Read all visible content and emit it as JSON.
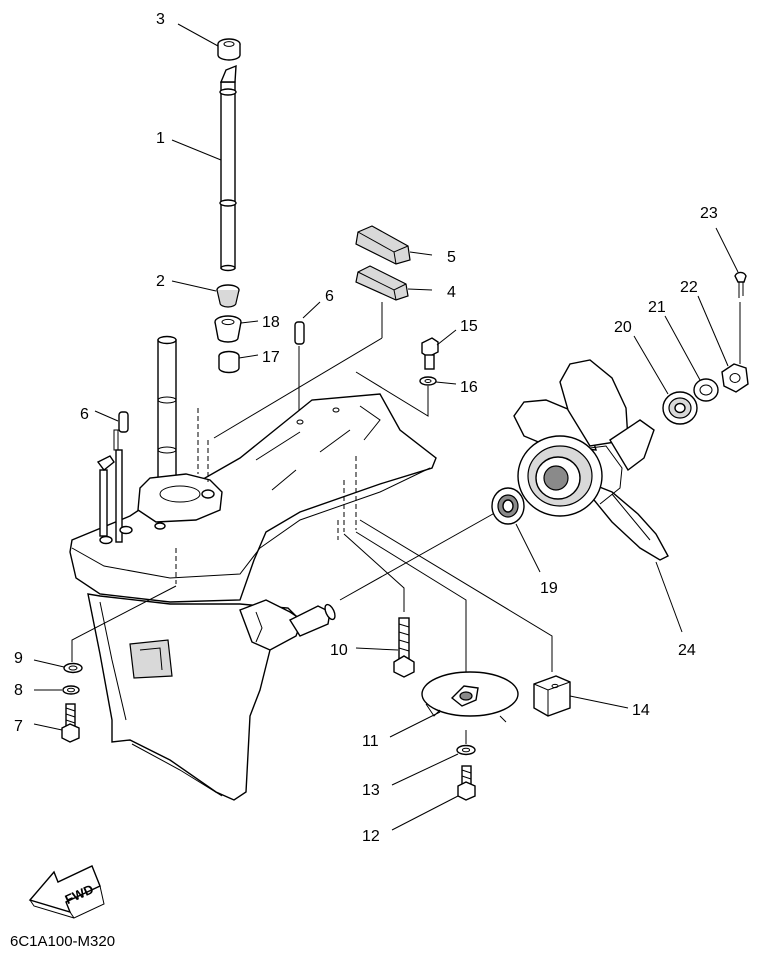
{
  "diagram_code": "6C1A100-M320",
  "fwd_text": "FWD",
  "callouts": [
    {
      "id": "c3",
      "text": "3"
    },
    {
      "id": "c1",
      "text": "1"
    },
    {
      "id": "c2",
      "text": "2"
    },
    {
      "id": "c18",
      "text": "18"
    },
    {
      "id": "c17",
      "text": "17"
    },
    {
      "id": "c6a",
      "text": "6"
    },
    {
      "id": "c6b",
      "text": "6"
    },
    {
      "id": "c5",
      "text": "5"
    },
    {
      "id": "c4",
      "text": "4"
    },
    {
      "id": "c15",
      "text": "15"
    },
    {
      "id": "c16",
      "text": "16"
    },
    {
      "id": "c23",
      "text": "23"
    },
    {
      "id": "c22",
      "text": "22"
    },
    {
      "id": "c21",
      "text": "21"
    },
    {
      "id": "c20",
      "text": "20"
    },
    {
      "id": "c19",
      "text": "19"
    },
    {
      "id": "c24",
      "text": "24"
    },
    {
      "id": "c9",
      "text": "9"
    },
    {
      "id": "c8",
      "text": "8"
    },
    {
      "id": "c7",
      "text": "7"
    },
    {
      "id": "c10",
      "text": "10"
    },
    {
      "id": "c11",
      "text": "11"
    },
    {
      "id": "c14",
      "text": "14"
    },
    {
      "id": "c13",
      "text": "13"
    },
    {
      "id": "c12",
      "text": "12"
    }
  ]
}
